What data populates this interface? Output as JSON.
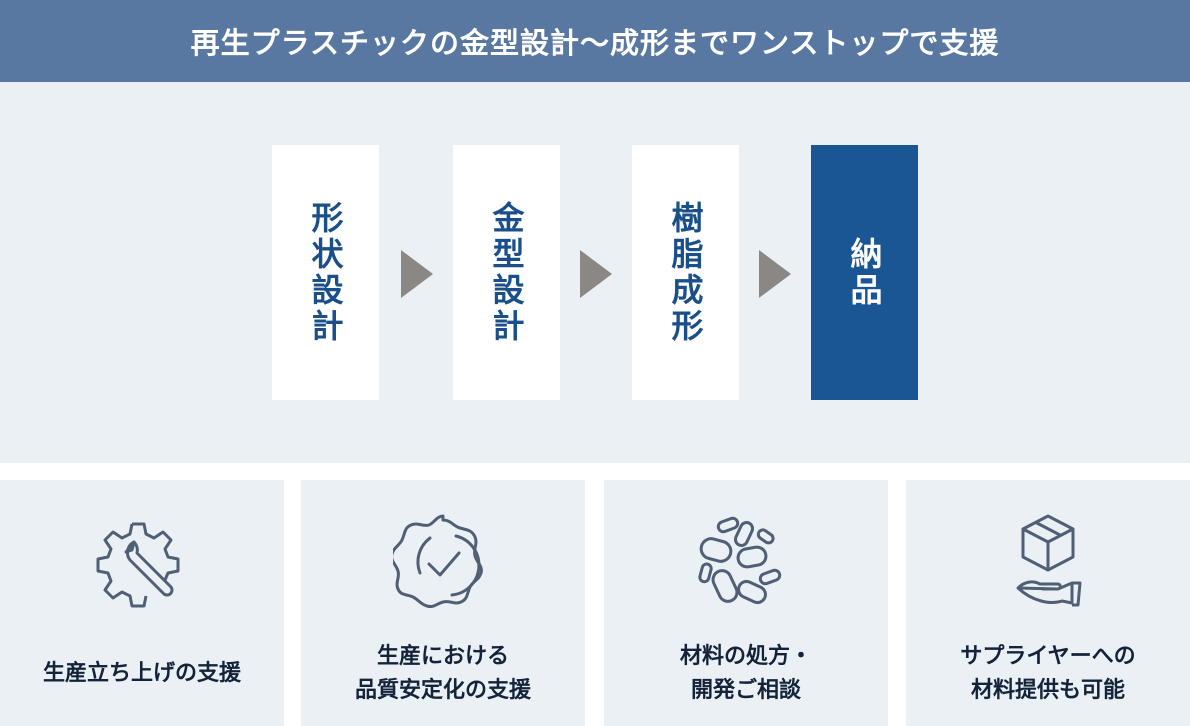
{
  "header": {
    "title": "再生プラスチックの金型設計〜成形までワンストップで支援"
  },
  "steps": [
    {
      "label": "形状設計"
    },
    {
      "label": "金型設計"
    },
    {
      "label": "樹脂成形"
    },
    {
      "label": "納品"
    }
  ],
  "features": [
    {
      "icon": "gear-wrench-icon",
      "line1": "生産立ち上げの支援",
      "line2": ""
    },
    {
      "icon": "quality-badge-check-icon",
      "line1": "生産における",
      "line2": "品質安定化の支援"
    },
    {
      "icon": "resin-pellets-icon",
      "line1": "材料の処方・",
      "line2": "開発ご相談"
    },
    {
      "icon": "box-in-hand-icon",
      "line1": "サプライヤーへの",
      "line2": "材料提供も可能"
    }
  ],
  "colors": {
    "header": "#5878a2",
    "accent": "#1a5594",
    "panel": "#ebf0f5",
    "arrow": "#8b8784"
  }
}
